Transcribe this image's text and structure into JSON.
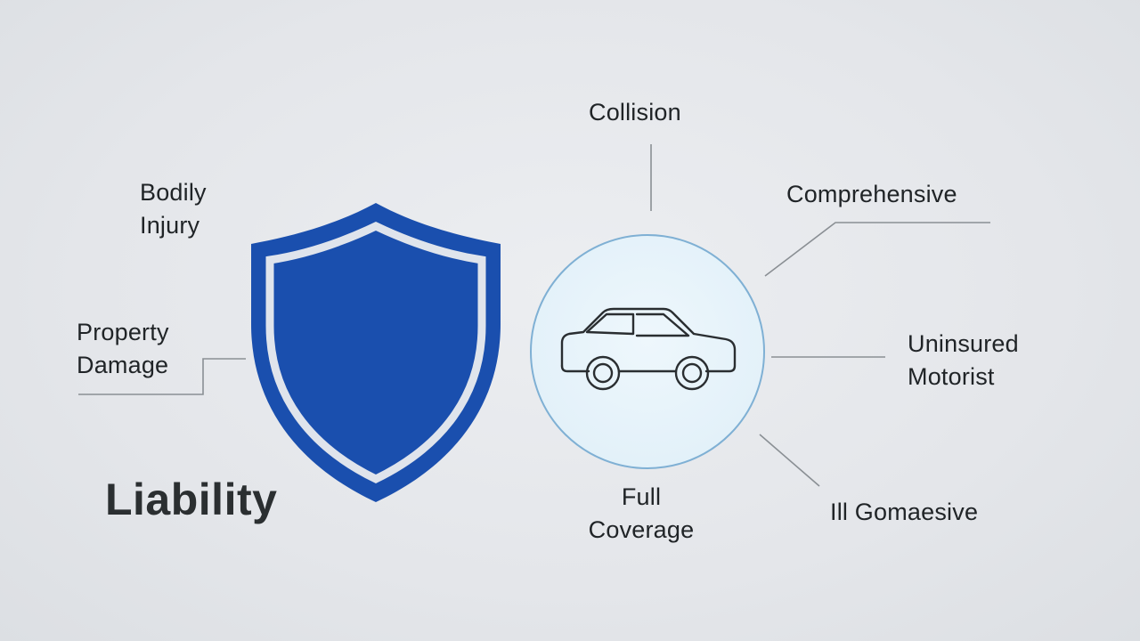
{
  "title": "Liability",
  "left_labels": {
    "bodily_injury": [
      "Bodily",
      "Injury"
    ],
    "property_damage": [
      "Property",
      "Damage"
    ]
  },
  "right_labels": {
    "collision": "Collision",
    "comprehensive": "Comprehensive",
    "uninsured_motorist": [
      "Uninsured",
      "Motorist"
    ],
    "full_coverage": [
      "Full",
      "Coverage"
    ],
    "garbled": "Ill Gomaesive"
  },
  "colors": {
    "shield_blue": "#1a4fae",
    "shield_inner_stroke": "#dfe4ec",
    "circle_border": "#7fb0d4",
    "circle_fill": "#e3f1f9",
    "connector": "#8a8f94",
    "text": "#202427"
  },
  "icons": {
    "shield": "shield-icon",
    "car": "car-icon"
  }
}
